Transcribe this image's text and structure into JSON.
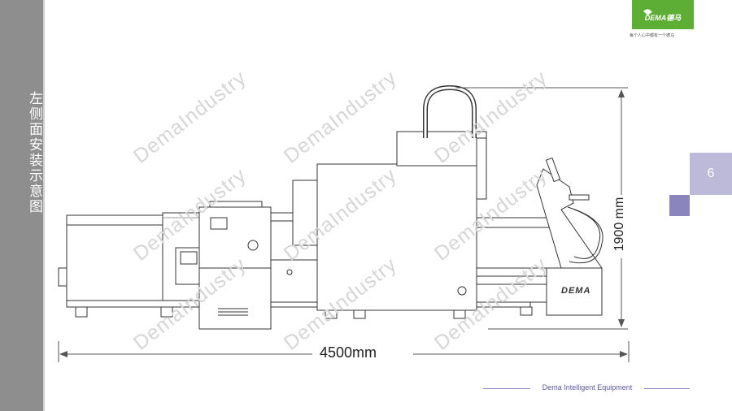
{
  "sidebar": {
    "title": "左侧面安装示意图"
  },
  "logo": {
    "brand": "DEMA德马",
    "slogan": "每个人心中都有一个德马"
  },
  "page": {
    "number": "6"
  },
  "drawing": {
    "width_label": "4500mm",
    "height_label": "1900 mm",
    "panel_label": "DEMA",
    "watermark": "DemaIndustry"
  },
  "footer": {
    "text": "Dema Intelligent Equipment"
  },
  "colors": {
    "brand_green": "#5cae34",
    "accent_purple": "#8a85bd",
    "light_purple": "#bcbad8",
    "sidebar_gray": "#8e8e8e"
  }
}
